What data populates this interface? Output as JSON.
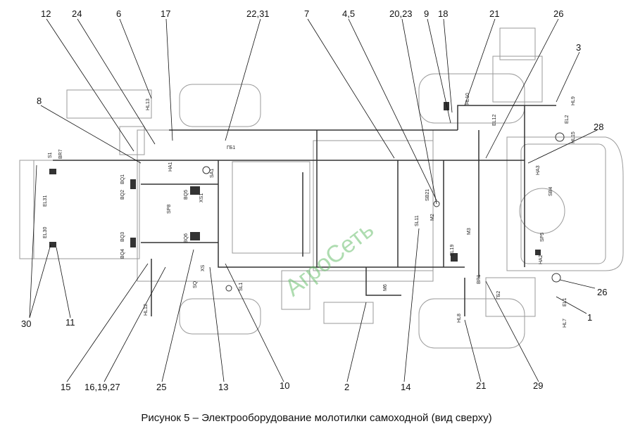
{
  "caption": "Рисунок 5 – Электрооборудование молотилки самоходной (вид сверху)",
  "watermark": "АгроСеть",
  "callouts_top": [
    "12",
    "24",
    "6",
    "17",
    "22,31",
    "7",
    "4,5",
    "20,23",
    "9",
    "18",
    "21",
    "26",
    "3"
  ],
  "callouts_left": [
    "8"
  ],
  "callouts_right": [
    "28",
    "26",
    "1"
  ],
  "callouts_bottom": [
    "30",
    "11",
    "15",
    "16,19,27",
    "25",
    "13",
    "10",
    "2",
    "14",
    "21",
    "29"
  ],
  "designations": [
    "HL13",
    "SA1",
    "ГБ1",
    "HL10",
    "EL12",
    "HL9",
    "EL2",
    "HL15",
    "S1",
    "BR7",
    "EL31",
    "EL30",
    "BQ1",
    "BQ2",
    "BQ3",
    "BQ4",
    "BQ5",
    "BQ6",
    "XS1",
    "SP8",
    "HA1",
    "SB21",
    "SL11",
    "M2",
    "M3",
    "EL19",
    "HA3",
    "SB4",
    "SP5",
    "HA2",
    "HL8",
    "HL7",
    "EL1",
    "BR1",
    "ГБ2",
    "M6",
    "HL12",
    "SL1",
    "ХS",
    "SQ"
  ]
}
